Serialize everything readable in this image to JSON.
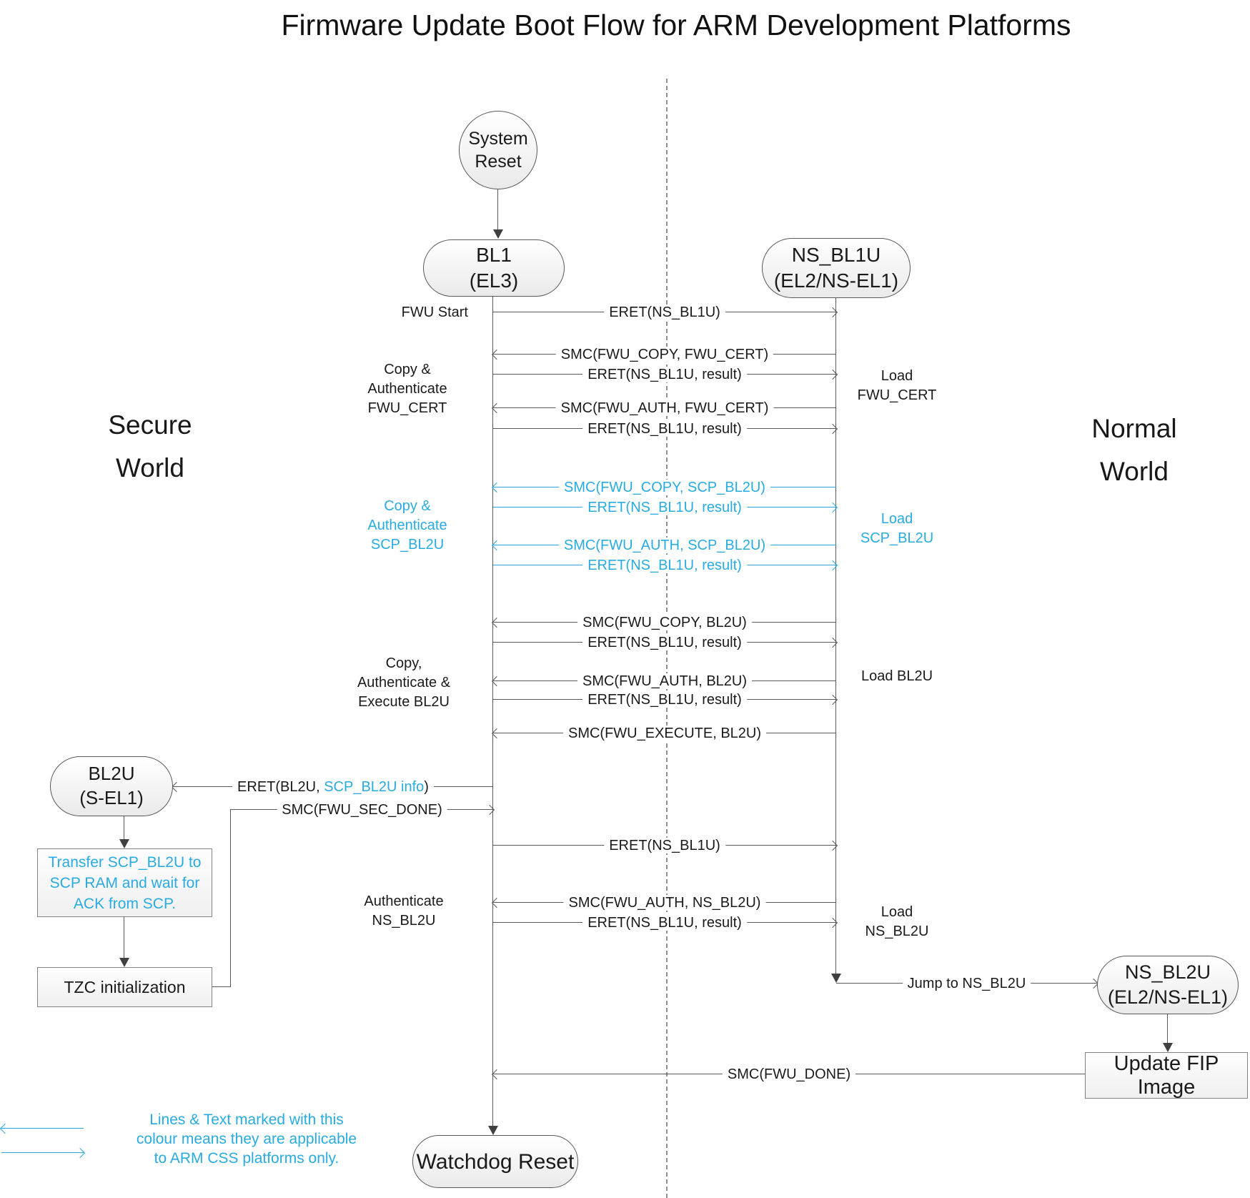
{
  "title": "Firmware Update Boot Flow for ARM Development Platforms",
  "worlds": {
    "secure": [
      "Secure",
      "World"
    ],
    "normal": [
      "Normal",
      "World"
    ]
  },
  "nodes": {
    "system_reset": [
      "System",
      "Reset"
    ],
    "bl1": [
      "BL1",
      "(EL3)"
    ],
    "ns_bl1u": [
      "NS_BL1U",
      "(EL2/NS-EL1)"
    ],
    "bl2u": [
      "BL2U",
      "(S-EL1)"
    ],
    "ns_bl2u": [
      "NS_BL2U",
      "(EL2/NS-EL1)"
    ],
    "watchdog_reset": "Watchdog Reset",
    "transfer_scp": [
      "Transfer SCP_BL2U to",
      "SCP RAM and wait for",
      "ACK from SCP."
    ],
    "tzc_init": "TZC initialization",
    "update_fip": "Update FIP Image"
  },
  "side_labels": {
    "fwu_start": "FWU Start",
    "copy_auth_fwu_cert": [
      "Copy &",
      "Authenticate",
      "FWU_CERT"
    ],
    "copy_auth_scp_bl2u": [
      "Copy &",
      "Authenticate",
      "SCP_BL2U"
    ],
    "copy_auth_exec_bl2u": [
      "Copy,",
      "Authenticate &",
      "Execute BL2U"
    ],
    "auth_ns_bl2u": [
      "Authenticate",
      "NS_BL2U"
    ],
    "load_fwu_cert": [
      "Load",
      "FWU_CERT"
    ],
    "load_scp_bl2u": [
      "Load",
      "SCP_BL2U"
    ],
    "load_bl2u": "Load BL2U",
    "load_ns_bl2u": [
      "Load",
      "NS_BL2U"
    ]
  },
  "messages": {
    "eret_ns_bl1u_start": "ERET(NS_BL1U)",
    "smc_copy_fwu_cert": "SMC(FWU_COPY, FWU_CERT)",
    "eret_result_1": "ERET(NS_BL1U, result)",
    "smc_auth_fwu_cert": "SMC(FWU_AUTH, FWU_CERT)",
    "eret_result_2": "ERET(NS_BL1U, result)",
    "smc_copy_scp_bl2u": "SMC(FWU_COPY, SCP_BL2U)",
    "eret_result_3": "ERET(NS_BL1U, result)",
    "smc_auth_scp_bl2u": "SMC(FWU_AUTH, SCP_BL2U)",
    "eret_result_4": "ERET(NS_BL1U, result)",
    "smc_copy_bl2u": "SMC(FWU_COPY, BL2U)",
    "eret_result_5": "ERET(NS_BL1U, result)",
    "smc_auth_bl2u": "SMC(FWU_AUTH, BL2U)",
    "eret_result_6": "ERET(NS_BL1U, result)",
    "smc_execute_bl2u": "SMC(FWU_EXECUTE, BL2U)",
    "eret_bl2u_prefix": "ERET(BL2U, ",
    "eret_bl2u_blue": "SCP_BL2U info",
    "eret_bl2u_suffix": ")",
    "smc_fwu_sec_done": "SMC(FWU_SEC_DONE)",
    "eret_ns_bl1u_2": "ERET(NS_BL1U)",
    "smc_auth_ns_bl2u": "SMC(FWU_AUTH, NS_BL2U)",
    "eret_result_7": "ERET(NS_BL1U, result)",
    "jump_to_ns_bl2u": "Jump to NS_BL2U",
    "smc_fwu_done": "SMC(FWU_DONE)"
  },
  "legend": {
    "lines": [
      "Lines & Text marked with this",
      "colour means they are applicable",
      "to ARM CSS platforms only."
    ]
  },
  "colors": {
    "highlight": "#29abe2",
    "line": "#595959"
  }
}
